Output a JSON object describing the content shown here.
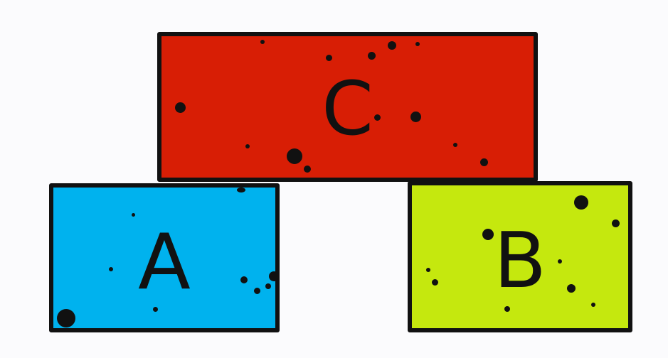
{
  "blocks": {
    "c": {
      "letter": "C",
      "color": "#d81e05"
    },
    "a": {
      "letter": "A",
      "color": "#00b2ee"
    },
    "b": {
      "letter": "B",
      "color": "#c5e80e"
    }
  },
  "outline_color": "#111111",
  "background_color": "#fbfbfd"
}
